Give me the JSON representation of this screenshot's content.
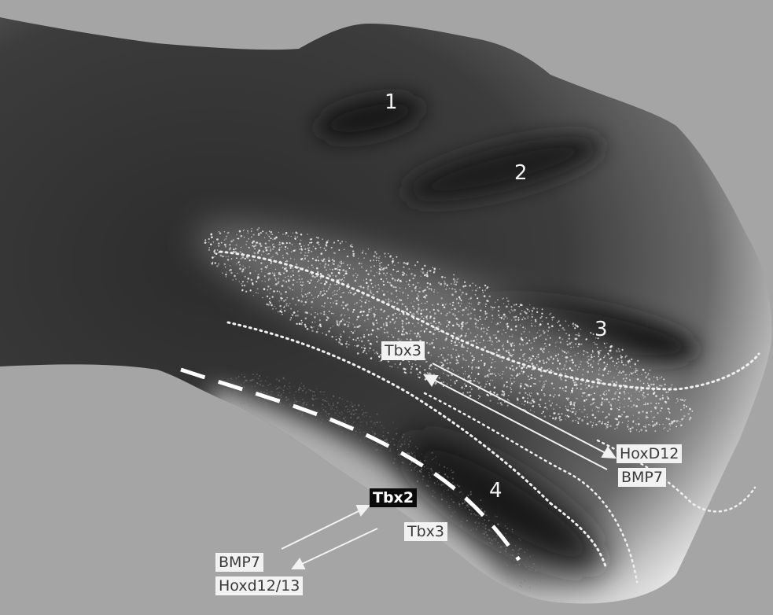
{
  "figure": {
    "digit_numbers": [
      "1",
      "2",
      "3",
      "4"
    ],
    "labels": {
      "tbx3_upper": "Tbx3",
      "hoxd12": "HoxD12",
      "bmp7_right": "BMP7",
      "tbx2": "Tbx2",
      "tbx3_lower": "Tbx3",
      "bmp7_left": "BMP7",
      "hoxd12_13": "Hoxd12/13"
    }
  }
}
